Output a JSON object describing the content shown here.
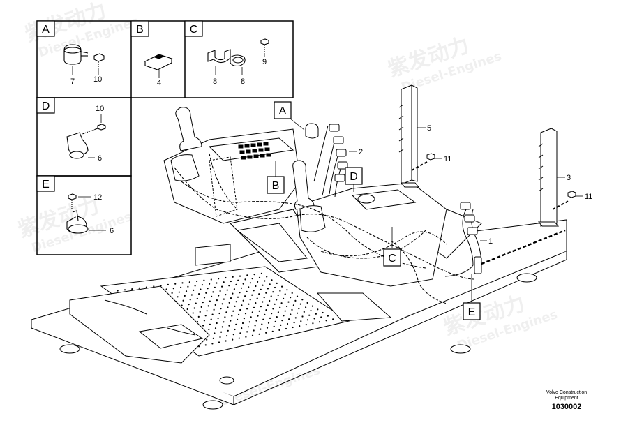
{
  "detail_panels": {
    "A": {
      "letter": "A",
      "labels": [
        "7",
        "10"
      ]
    },
    "B": {
      "letter": "B",
      "labels": [
        "4"
      ]
    },
    "C": {
      "letter": "C",
      "labels": [
        "9",
        "8",
        "8"
      ]
    },
    "D": {
      "letter": "D",
      "labels": [
        "10",
        "6"
      ]
    },
    "E": {
      "letter": "E",
      "labels": [
        "12",
        "6"
      ]
    }
  },
  "view_markers": {
    "A": "A",
    "B": "B",
    "C": "C",
    "D": "D",
    "E": "E"
  },
  "callouts": {
    "c1": "1",
    "c2": "2",
    "c3": "3",
    "c5": "5",
    "c11a": "11",
    "c11b": "11"
  },
  "watermark": {
    "brand_cn": "紫发动力",
    "brand_en": "Diesel-Engines"
  },
  "footer": {
    "company_line1": "Volvo Construction",
    "company_line2": "Equipment",
    "drawing_number": "1030002"
  },
  "icons": [
    "clamp-icon",
    "bolt-icon",
    "clip-icon",
    "bracket-icon",
    "joystick-icon",
    "connector-icon"
  ]
}
